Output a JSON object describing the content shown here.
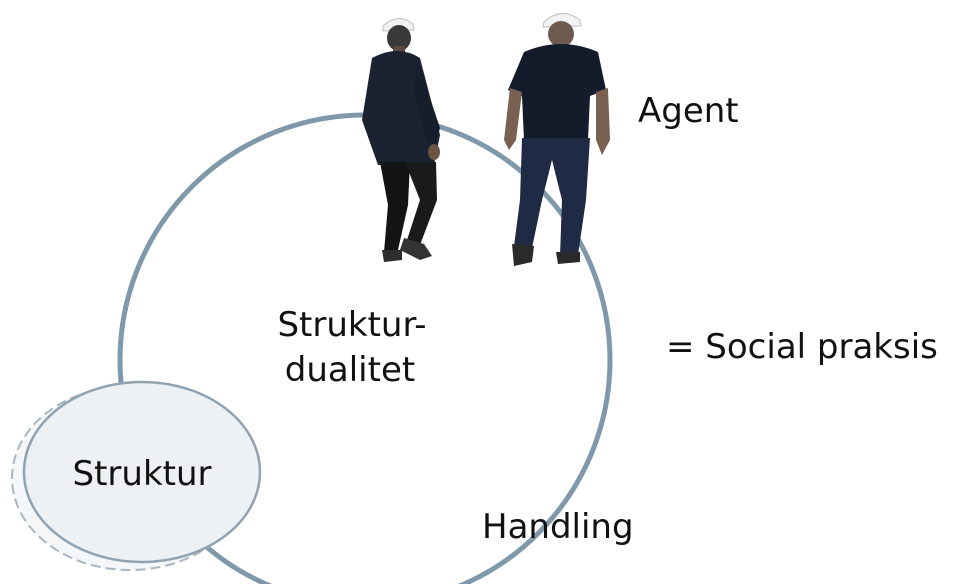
{
  "diagram": {
    "agent_label": "Agent",
    "center_label_line1": "Struktur-",
    "center_label_line2": "dualitet",
    "social_praksis_label": "= Social praksis",
    "struktur_label": "Struktur",
    "handling_label": "Handling",
    "colors": {
      "cycle_stroke": "#7f98aa",
      "struktur_fill": "#eef1f4",
      "struktur_stroke": "#8fa3b3",
      "text": "#111111"
    }
  }
}
